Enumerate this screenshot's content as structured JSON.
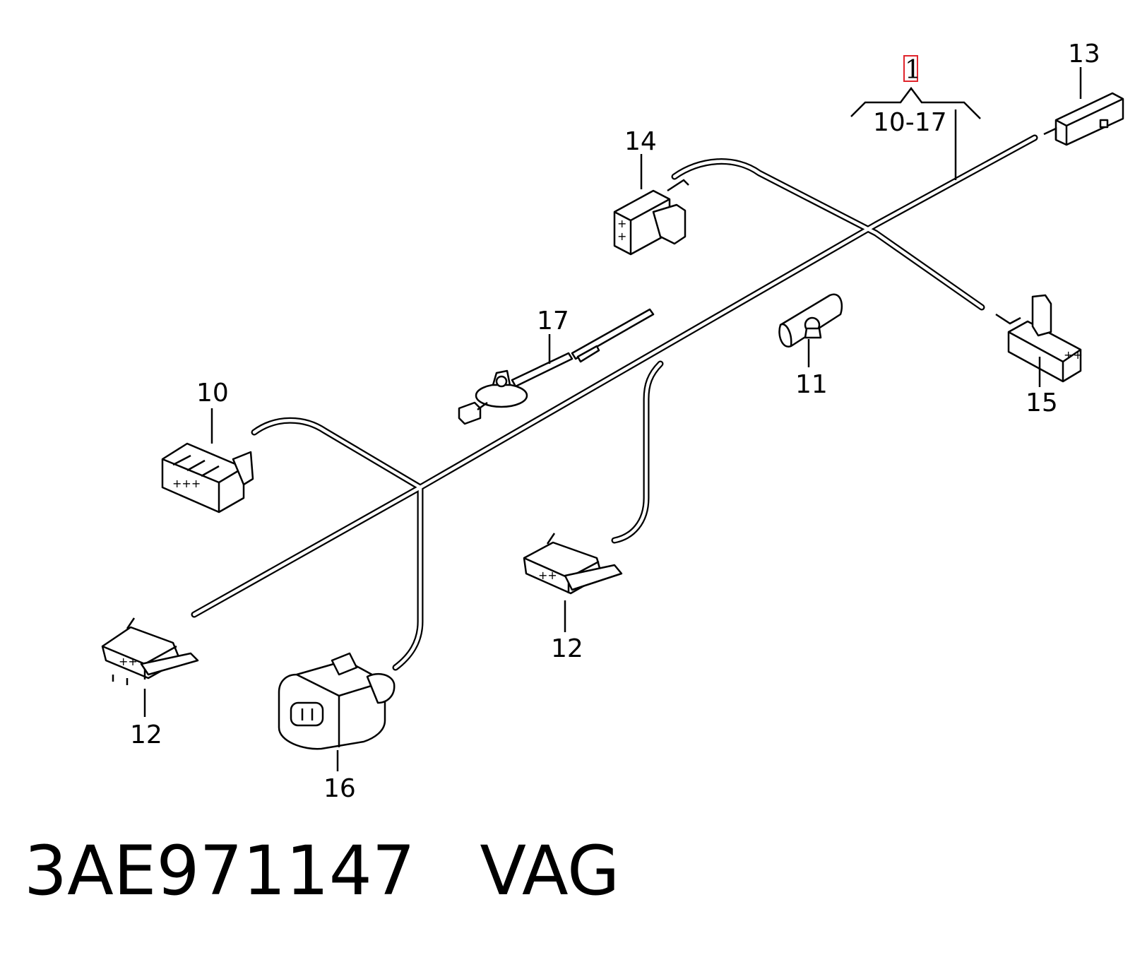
{
  "diagram": {
    "ref_label": "1",
    "range_label": "10-17",
    "callouts": {
      "c10": "10",
      "c11": "11",
      "c12a": "12",
      "c12b": "12",
      "c13": "13",
      "c14": "14",
      "c15": "15",
      "c16": "16",
      "c17": "17"
    },
    "highlight_color": "#e0242c"
  },
  "footer": {
    "part_number": "3AE971147",
    "brand": "VAG"
  }
}
